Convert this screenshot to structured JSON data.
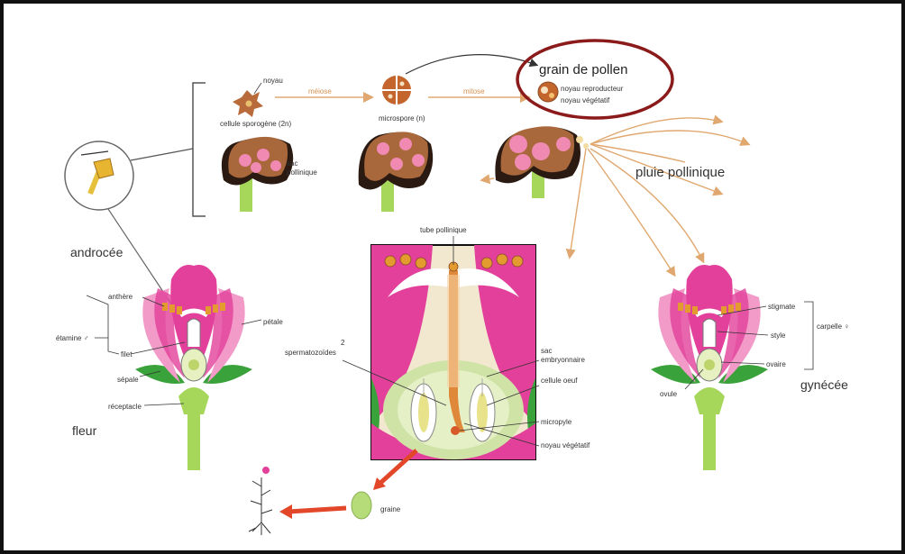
{
  "top_row": {
    "noyau": "noyau",
    "cellule_sporogene": "cellule sporogène (2n)",
    "meiose": "méiose",
    "microspore": "microspore (n)",
    "mitose": "mitose",
    "sac_pollinique_1": "sac",
    "sac_pollinique_2": "pollinique"
  },
  "grain_de_pollen": {
    "title": "grain de pollen",
    "noyau_reproducteur": "noyau reproducteur",
    "noyau_vegetatif": "noyau végétatif"
  },
  "pluie": "pluie pollinique",
  "left_flower": {
    "androcee": "androcée",
    "anthere": "anthère",
    "etamine": "étamine ♂",
    "filet": "filet",
    "petale": "pétale",
    "sepale": "sépale",
    "receptacle": "réceptacle",
    "fleur": "fleur"
  },
  "center": {
    "tube_pollinique": "tube pollinique",
    "spermatozoides_1": "2",
    "spermatozoides_2": "spermatozoïdes",
    "sac_embryonnaire_1": "sac",
    "sac_embryonnaire_2": "embryonnaire",
    "cellule_oeuf": "cellule oeuf",
    "micropyle": "micropyle",
    "noyau_vegetatif": "noyau végétatif"
  },
  "right_flower": {
    "stigmate": "stigmate",
    "carpelle": "carpelle ♀",
    "style": "style",
    "ovaire": "ovaire",
    "ovule": "ovule",
    "gynecee": "gynécée"
  },
  "bottom": {
    "graine": "graine"
  },
  "colors": {
    "petal_pink": "#e2409a",
    "petal_light": "#f29ac8",
    "sepal_green": "#3aa23a",
    "stem_green": "#a6d65a",
    "anther_orange": "#e39a2f",
    "pollen_brown": "#8a4a22",
    "circle_red": "#8b1a1a",
    "arrow_orange": "#e0a870",
    "arrow_red": "#e2472a"
  }
}
